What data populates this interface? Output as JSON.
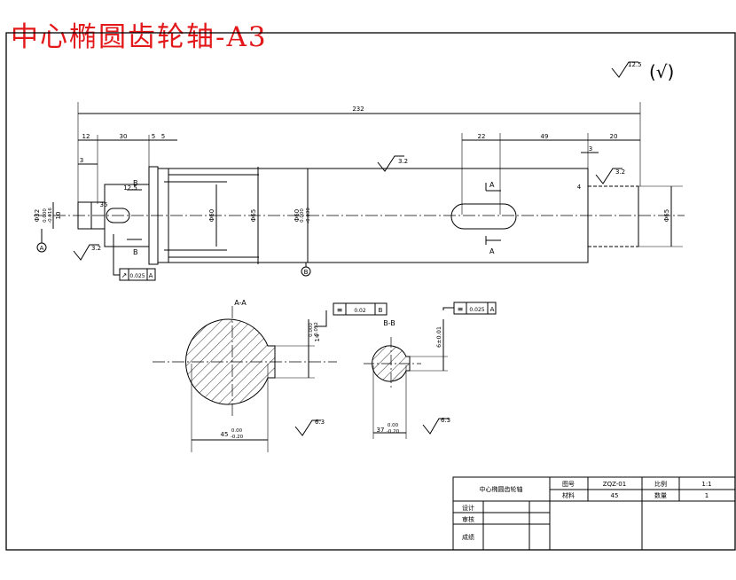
{
  "banner": {
    "title": "中心椭圆齿轮轴-A3",
    "color": "#e3181b"
  },
  "main_view": {
    "dims": {
      "overall": "232",
      "d12": "12",
      "d30": "30",
      "d5": "5",
      "d5b": "5",
      "d3": "3",
      "d22": "22",
      "d49": "49",
      "d3b": "3",
      "d20": "20",
      "d4": "4",
      "d35": "35",
      "d12_5": "12.5",
      "phi_left": "Φ32",
      "phi_left_tol1": "0.000",
      "phi_left_tol2": "-0.016",
      "d10": "10",
      "phi60": "Φ60",
      "phi65": "Φ65",
      "phi_mid": "Φ60",
      "phi_mid_tol1": "0.000",
      "phi_mid_tol2": "-0.030",
      "phi_right": "Φ65"
    },
    "roughness_main": "3.2",
    "roughness_right": "3.2",
    "roughness_left": "3.2",
    "datum_a": "A",
    "datum_b": "B",
    "section_a": "A",
    "section_b": "B",
    "runout": {
      "symbol": "↗",
      "value": "0.025",
      "datum": "A"
    }
  },
  "global_roughness": {
    "value": "12.5",
    "note": "(√)"
  },
  "section_aa": {
    "title": "A-A",
    "width_dim": "45",
    "width_tol1": "0.00",
    "width_tol2": "-0.20",
    "depth_dim": "14",
    "depth_tol1": "0.000",
    "depth_tol2": "-0.052",
    "symmetry": {
      "symbol": "≡",
      "value": "0.02",
      "datum": "B"
    },
    "roughness": "6.3"
  },
  "section_bb": {
    "title": "B-B",
    "width_dim": "37",
    "width_tol1": "0.00",
    "width_tol2": "-0.20",
    "depth_dim": "6±0.01",
    "symmetry": {
      "symbol": "≡",
      "value": "0.025",
      "datum": "A"
    },
    "roughness": "6.3"
  },
  "title_block": {
    "part_name": "中心椭圆齿轮轴",
    "drawing_no_label": "图号",
    "drawing_no": "ZQZ-01",
    "scale_label": "比例",
    "scale": "1:1",
    "material_label": "材料",
    "material": "45",
    "qty_label": "数量",
    "qty": "1",
    "designer_label": "设计",
    "reviewer_label": "审核",
    "grade_label": "成绩"
  }
}
